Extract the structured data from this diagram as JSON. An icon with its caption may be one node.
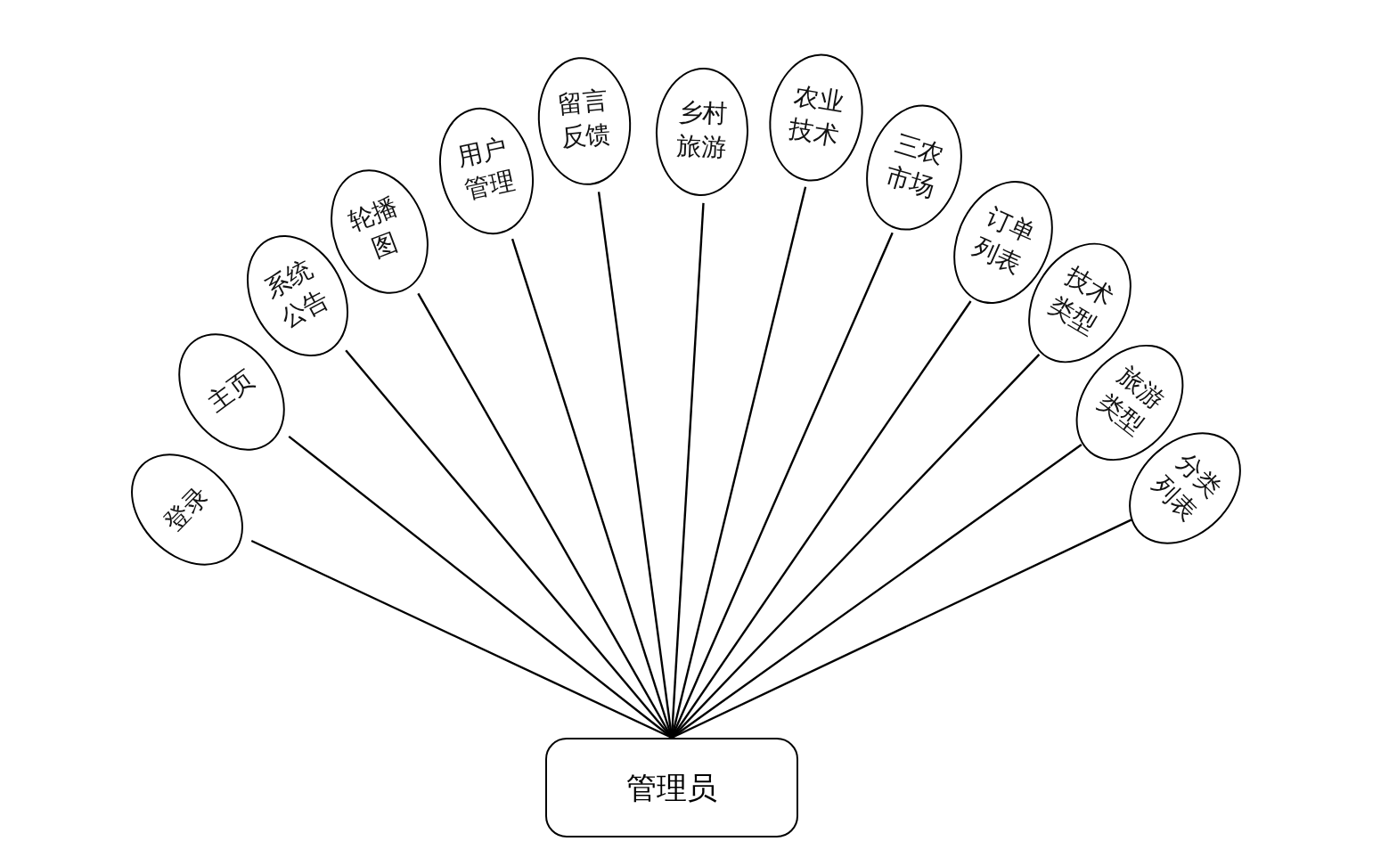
{
  "diagram": {
    "nodes": [
      {
        "text": [
          "管理员"
        ]
      },
      {
        "text": [
          "登录"
        ]
      },
      {
        "text": [
          "主页"
        ]
      },
      {
        "text": [
          "系统公告"
        ]
      },
      {
        "text": [
          "轮播图"
        ]
      },
      {
        "text": [
          "用户管理"
        ]
      },
      {
        "text": [
          "留言反馈"
        ]
      },
      {
        "text": [
          "乡村旅游"
        ]
      },
      {
        "text": [
          "农业技术"
        ]
      },
      {
        "text": [
          "三农市场"
        ]
      },
      {
        "text": [
          "订单列表"
        ]
      },
      {
        "text": [
          "技术类型"
        ]
      },
      {
        "text": [
          "旅游类型"
        ]
      },
      {
        "text": [
          "分类列表"
        ]
      }
    ],
    "edges": [
      {
        "from": 0,
        "to": 1,
        "arrow": "none"
      },
      {
        "from": 0,
        "to": 2,
        "arrow": "none"
      },
      {
        "from": 0,
        "to": 3,
        "arrow": "none"
      },
      {
        "from": 0,
        "to": 4,
        "arrow": "none"
      },
      {
        "from": 0,
        "to": 5,
        "arrow": "none"
      },
      {
        "from": 0,
        "to": 6,
        "arrow": "none"
      },
      {
        "from": 0,
        "to": 7,
        "arrow": "none"
      },
      {
        "from": 0,
        "to": 8,
        "arrow": "none"
      },
      {
        "from": 0,
        "to": 9,
        "arrow": "none"
      },
      {
        "from": 0,
        "to": 10,
        "arrow": "none"
      },
      {
        "from": 0,
        "to": 11,
        "arrow": "none"
      },
      {
        "from": 0,
        "to": 12,
        "arrow": "none"
      },
      {
        "from": 0,
        "to": 13,
        "arrow": "none"
      }
    ]
  }
}
